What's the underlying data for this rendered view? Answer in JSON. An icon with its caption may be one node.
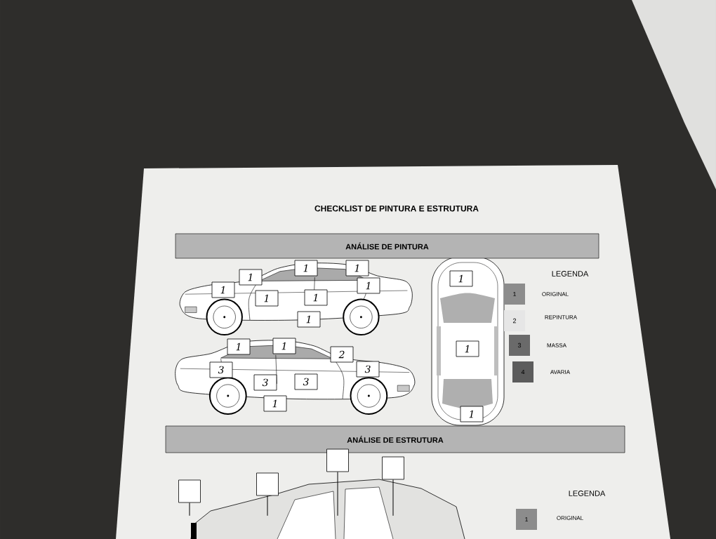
{
  "diagram": {
    "title": "CHECKLIST DE PINTURA E ESTRUTURA",
    "nodes": [
      {
        "text": [
          "ANÁLISE DE PINTURA"
        ]
      },
      {
        "text": [
          "1"
        ]
      },
      {
        "text": [
          "1"
        ]
      },
      {
        "text": [
          "1"
        ]
      },
      {
        "text": [
          "1"
        ]
      },
      {
        "text": [
          "1"
        ]
      },
      {
        "text": [
          "1"
        ]
      },
      {
        "text": [
          "1"
        ]
      },
      {
        "text": [
          "1"
        ]
      },
      {
        "text": [
          "1"
        ]
      },
      {
        "text": [
          "1"
        ]
      },
      {
        "text": [
          "2"
        ]
      },
      {
        "text": [
          "3"
        ]
      },
      {
        "text": [
          "3"
        ]
      },
      {
        "text": [
          "3"
        ]
      },
      {
        "text": [
          "3"
        ]
      },
      {
        "text": [
          "1"
        ]
      },
      {
        "text": [
          "1"
        ]
      },
      {
        "text": [
          "1"
        ]
      },
      {
        "text": [
          "1"
        ]
      },
      {
        "text": [
          "ANÁLISE DE ESTRUTURA"
        ]
      },
      {
        "text": [],
        "shape": "box"
      },
      {
        "text": [],
        "shape": "box"
      },
      {
        "text": [],
        "shape": "box"
      },
      {
        "text": [],
        "shape": "box"
      },
      {
        "text": [],
        "shape": "picture"
      }
    ],
    "edges": [
      {
        "from": 21,
        "to": 25,
        "arrow": "none"
      },
      {
        "from": 22,
        "to": 25,
        "arrow": "none"
      },
      {
        "from": 23,
        "to": 25,
        "arrow": "none"
      },
      {
        "from": 24,
        "to": 25,
        "arrow": "none"
      }
    ],
    "labels": [
      "LEGENDA",
      "1",
      "2",
      "3",
      "4",
      "LEGENDA",
      "1"
    ],
    "legend": [
      {
        "text": "ORIGINAL",
        "color": "#8c8c8c"
      },
      {
        "text": "REPINTURA",
        "color": "#e6e6e6"
      },
      {
        "text": "MASSA",
        "color": "#6a6a6a"
      },
      {
        "text": "AVARIA",
        "color": "#5c5c5c"
      },
      {
        "text": "ORIGINAL",
        "color": "#8c8c8c"
      }
    ]
  }
}
